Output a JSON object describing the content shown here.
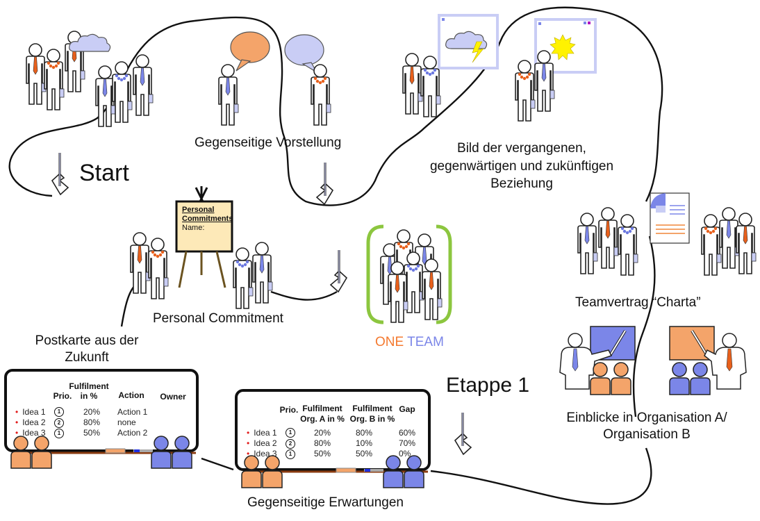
{
  "labels": {
    "start": "Start",
    "introduction": "Gegenseitige Vorstellung",
    "relationship_line1": "Bild der vergangenen,",
    "relationship_line2": "gegenwärtigen und zukünftigen",
    "relationship_line3": "Beziehung",
    "team_contract": "Teamvertrag “Charta”",
    "personal_commitment": "Personal Commitment",
    "postcard_line1": "Postkarte aus der",
    "postcard_line2": "Zukunft",
    "one": "ONE",
    "team": "TEAM",
    "insights_line1": "Einblicke in Organisation A/",
    "insights_line2": "Organisation B",
    "milestone": "Etappe 1",
    "mutual_expectations": "Gegenseitige Erwartungen"
  },
  "easel": {
    "title_line1": "Personal",
    "title_line2": "Commitments",
    "name_label": "Name:"
  },
  "postcard_board": {
    "headers": {
      "prio": "Prio.",
      "fulfilment_line1": "Fulfilment",
      "fulfilment_line2": "in %",
      "action": "Action",
      "owner": "Owner"
    },
    "rows": [
      {
        "idea": "Idea 1",
        "prio": "1",
        "fulfilment": "20%",
        "action": "Action 1"
      },
      {
        "idea": "Idea 2",
        "prio": "2",
        "fulfilment": "80%",
        "action": "none"
      },
      {
        "idea": "Idea 3",
        "prio": "1",
        "fulfilment": "50%",
        "action": "Action 2"
      }
    ]
  },
  "expectations_board": {
    "headers": {
      "prio": "Prio.",
      "orga_line1": "Fulfilment",
      "orga_line2": "Org. A in %",
      "orgb_line1": "Fulfilment",
      "orgb_line2": "Org. B in %",
      "gap": "Gap"
    },
    "rows": [
      {
        "idea": "Idea 1",
        "prio": "1",
        "orga": "20%",
        "orgb": "80%",
        "gap": "60%"
      },
      {
        "idea": "Idea 2",
        "prio": "2",
        "orga": "80%",
        "orgb": "10%",
        "gap": "70%"
      },
      {
        "idea": "Idea 3",
        "prio": "1",
        "orga": "50%",
        "orgb": "50%",
        "gap": "0%"
      }
    ]
  },
  "colors": {
    "orange": "#f4a46a",
    "orange_tie": "#e8601c",
    "blue": "#7b86e8",
    "blue_light": "#c9cdf5",
    "green_bracket": "#8cc63f",
    "easel_paper": "#fde9b8",
    "sun": "#fff200"
  }
}
